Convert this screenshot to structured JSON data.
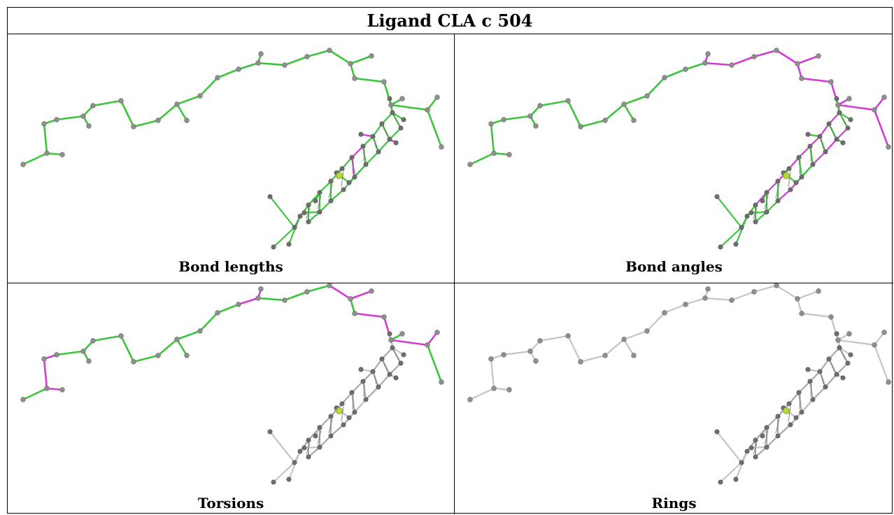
{
  "title": "Ligand CLA c 504",
  "colors": {
    "green": "#3cc43c",
    "magenta": "#d23cd2",
    "gray": "#c4c4c4",
    "atom": "#8f8f8f",
    "ring_dark": "#6e6e6e",
    "mg": "#b6d838"
  },
  "panels": [
    {
      "caption": "Bond lengths",
      "scheme": "lengths"
    },
    {
      "caption": "Bond angles",
      "scheme": "angles"
    },
    {
      "caption": "Torsions",
      "scheme": "torsions"
    },
    {
      "caption": "Rings",
      "scheme": "rings"
    }
  ]
}
